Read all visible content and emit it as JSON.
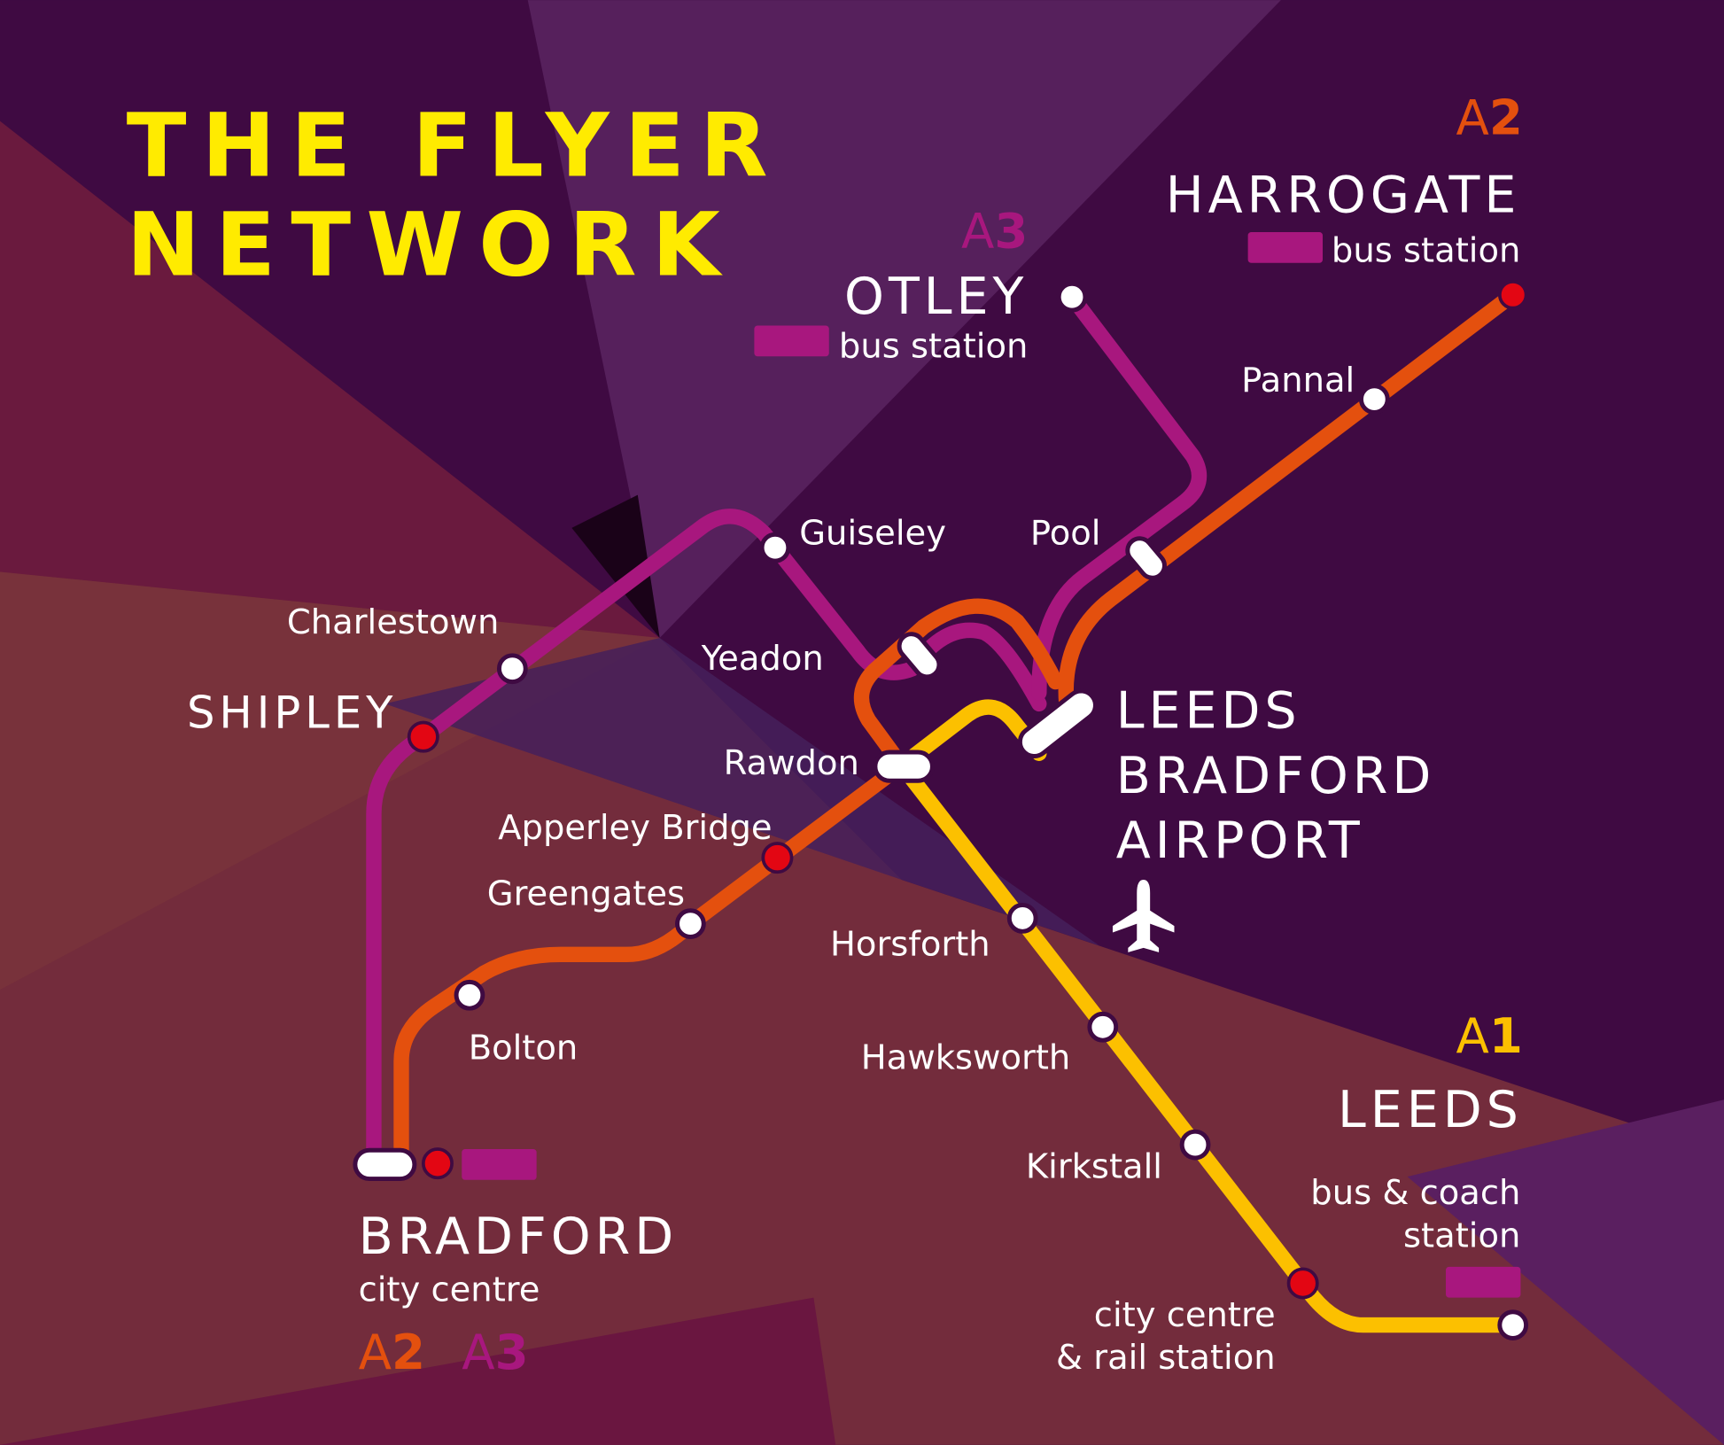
{
  "title": [
    "THE FLYER",
    "NETWORK"
  ],
  "colors": {
    "a1": "#fcc000",
    "a2": "#e4500e",
    "a3": "#a8177e",
    "background": "#3f0a42",
    "rail": "#e30613"
  },
  "destinations": {
    "harrogate": {
      "route_prefix": "A",
      "route_num": "2",
      "name": "HARROGATE",
      "sub": "bus station"
    },
    "otley": {
      "route_prefix": "A",
      "route_num": "3",
      "name": "OTLEY",
      "sub": "bus station"
    },
    "leeds": {
      "route_prefix": "A",
      "route_num": "1",
      "name": "LEEDS",
      "sub1": "bus & coach",
      "sub2": "station"
    },
    "bradford": {
      "name": "BRADFORD",
      "sub": "city centre",
      "routes": [
        {
          "prefix": "A",
          "num": "2"
        },
        {
          "prefix": "A",
          "num": "3"
        }
      ]
    },
    "airport": {
      "lines": [
        "LEEDS",
        "BRADFORD",
        "AIRPORT"
      ]
    }
  },
  "stations": {
    "pannal": "Pannal",
    "pool": "Pool",
    "guiseley": "Guiseley",
    "yeadon": "Yeadon",
    "charlestown": "Charlestown",
    "shipley": "SHIPLEY",
    "rawdon": "Rawdon",
    "apperley": "Apperley Bridge",
    "greengates": "Greengates",
    "bolton": "Bolton",
    "horsforth": "Horsforth",
    "hawksworth": "Hawksworth",
    "kirkstall": "Kirkstall",
    "leeds_rail_1": "city centre",
    "leeds_rail_2": "& rail station"
  }
}
